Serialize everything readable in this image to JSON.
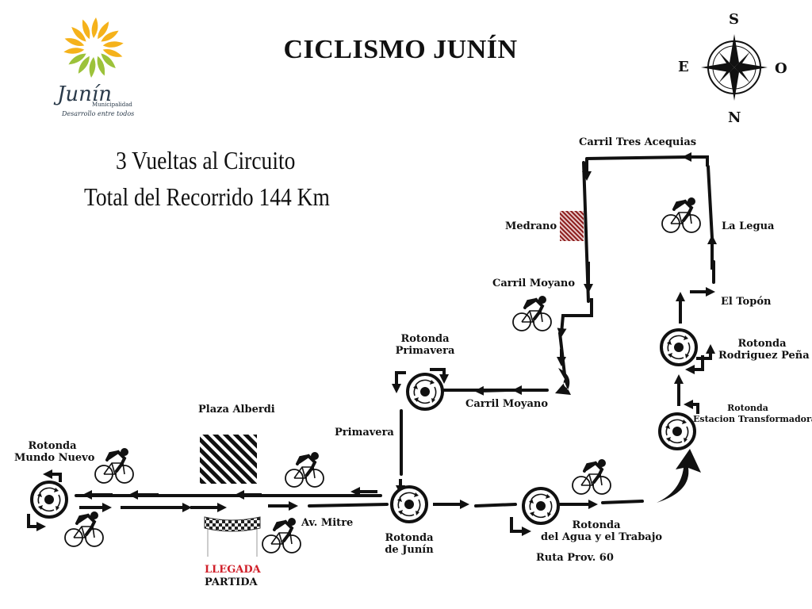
{
  "title": "CICLISMO JUNÍN",
  "subtitle": {
    "line1": "3 Vueltas al Circuito",
    "line2": "Total del Recorrido 144 Km"
  },
  "logo": {
    "name": "Junín",
    "tag1": "Municipalidad",
    "tag2": "Desarrollo entre todos",
    "sun_color": "#f5b21b",
    "leaf_color": "#9cc23a"
  },
  "compass": {
    "north": "N",
    "south": "S",
    "east": "E",
    "west": "O"
  },
  "labels": {
    "carril_tres_acequias": "Carril Tres Acequias",
    "la_legua": "La Legua",
    "medrano": "Medrano",
    "carril_moyano_top": "Carril Moyano",
    "el_topon": "El Topón",
    "rotonda_rodriguez_pena": [
      "Rotonda",
      "Rodriguez Peña"
    ],
    "rotonda_primavera": [
      "Rotonda",
      "Primavera"
    ],
    "carril_moyano_bottom": "Carril Moyano",
    "rotonda_estacion": [
      "Rotonda",
      "Estacion Transformadora"
    ],
    "plaza_alberdi": "Plaza Alberdi",
    "primavera": "Primavera",
    "rotonda_mundo_nuevo": [
      "Rotonda",
      "Mundo Nuevo"
    ],
    "av_mitre": "Av. Mitre",
    "rotonda_junin": [
      "Rotonda",
      "de Junín"
    ],
    "rotonda_agua_trabajo": [
      "Rotonda",
      "del Agua y el Trabajo"
    ],
    "ruta_prov_60": "Ruta Prov. 60",
    "llegada": "LLEGADA",
    "partida": "PARTIDA"
  },
  "colors": {
    "route": "#111111",
    "llegada": "#d0202a",
    "medrano_hatch": "#8b1a1a"
  }
}
